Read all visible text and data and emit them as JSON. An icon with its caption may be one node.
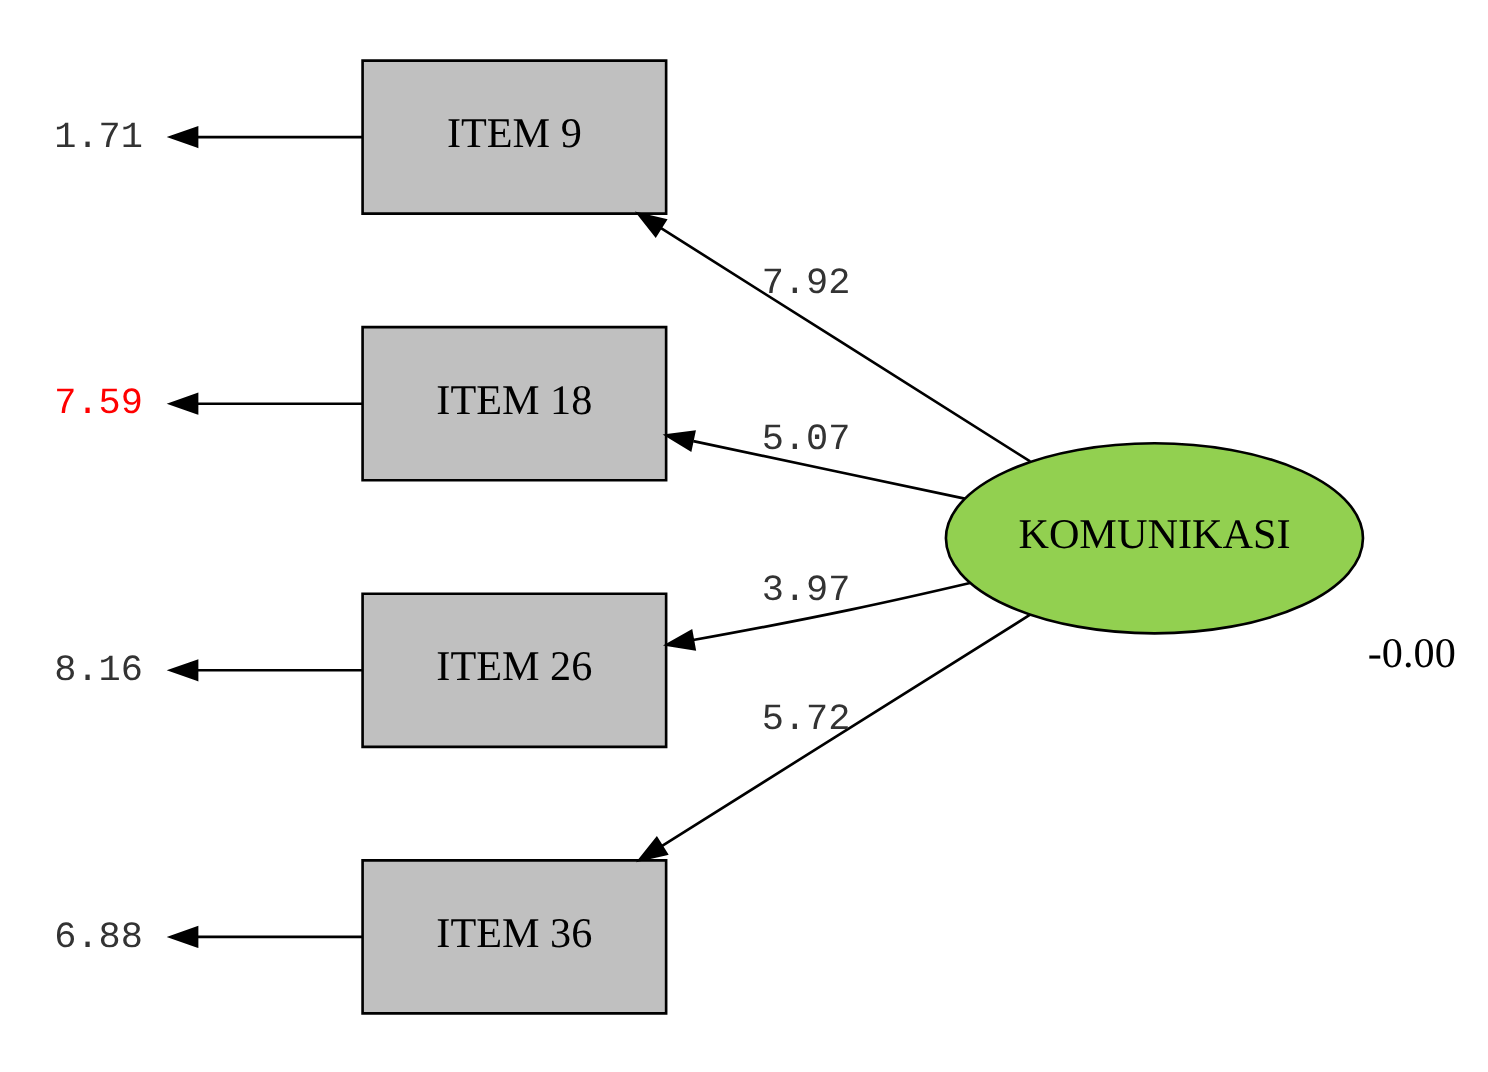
{
  "diagram": {
    "nodes": [
      {
        "text": [
          "ITEM 9"
        ]
      },
      {
        "text": [
          "ITEM 18"
        ]
      },
      {
        "text": [
          "ITEM 26"
        ]
      },
      {
        "text": [
          "ITEM 36"
        ]
      },
      {
        "text": [
          "KOMUNIKASI"
        ],
        "beside": [
          "-0.00"
        ]
      },
      {
        "text": [
          "1.71"
        ]
      },
      {
        "text": [
          "7.59"
        ]
      },
      {
        "text": [
          "8.16"
        ]
      },
      {
        "text": [
          "6.88"
        ]
      }
    ],
    "edges": [
      {
        "from": 4,
        "to": 0,
        "arrow": "to",
        "label": "7.92"
      },
      {
        "from": 4,
        "to": 1,
        "arrow": "to",
        "label": "5.07"
      },
      {
        "from": 4,
        "to": 2,
        "arrow": "to",
        "label": "3.97"
      },
      {
        "from": 4,
        "to": 3,
        "arrow": "to",
        "label": "5.72"
      },
      {
        "from": 0,
        "to": 5,
        "arrow": "to"
      },
      {
        "from": 1,
        "to": 6,
        "arrow": "to"
      },
      {
        "from": 2,
        "to": 7,
        "arrow": "to"
      },
      {
        "from": 3,
        "to": 8,
        "arrow": "to"
      }
    ]
  }
}
